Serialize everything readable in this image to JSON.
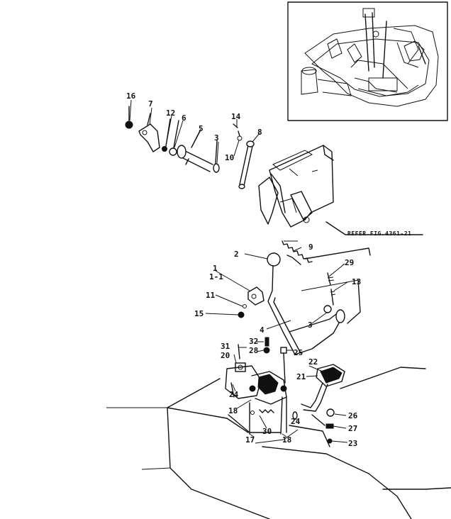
{
  "figure": {
    "reference_text": "REFER FIG.4361-21",
    "inset": "machine-overview"
  },
  "part_numbers": [
    {
      "id": "p16",
      "label": "16"
    },
    {
      "id": "p7",
      "label": "7"
    },
    {
      "id": "p12",
      "label": "12"
    },
    {
      "id": "p6",
      "label": "6"
    },
    {
      "id": "p5",
      "label": "5"
    },
    {
      "id": "p3a",
      "label": "3"
    },
    {
      "id": "p14",
      "label": "14"
    },
    {
      "id": "p10",
      "label": "10"
    },
    {
      "id": "p8",
      "label": "8"
    },
    {
      "id": "p9",
      "label": "9"
    },
    {
      "id": "p2",
      "label": "2"
    },
    {
      "id": "p1",
      "label": "1"
    },
    {
      "id": "p1-1",
      "label": "1-1"
    },
    {
      "id": "p11",
      "label": "11"
    },
    {
      "id": "p15",
      "label": "15"
    },
    {
      "id": "p29",
      "label": "29"
    },
    {
      "id": "p13",
      "label": "13"
    },
    {
      "id": "p4",
      "label": "4"
    },
    {
      "id": "p3b",
      "label": "3"
    },
    {
      "id": "p32",
      "label": "32"
    },
    {
      "id": "p31",
      "label": "31"
    },
    {
      "id": "p28",
      "label": "28"
    },
    {
      "id": "p20",
      "label": "20"
    },
    {
      "id": "p25",
      "label": "25"
    },
    {
      "id": "p22",
      "label": "22"
    },
    {
      "id": "p21",
      "label": "21"
    },
    {
      "id": "p24a",
      "label": "24"
    },
    {
      "id": "p18a",
      "label": "18"
    },
    {
      "id": "p24b",
      "label": "24"
    },
    {
      "id": "p30",
      "label": "30"
    },
    {
      "id": "p17",
      "label": "17"
    },
    {
      "id": "p18b",
      "label": "18"
    },
    {
      "id": "p26",
      "label": "26"
    },
    {
      "id": "p27",
      "label": "27"
    },
    {
      "id": "p23",
      "label": "23"
    }
  ]
}
